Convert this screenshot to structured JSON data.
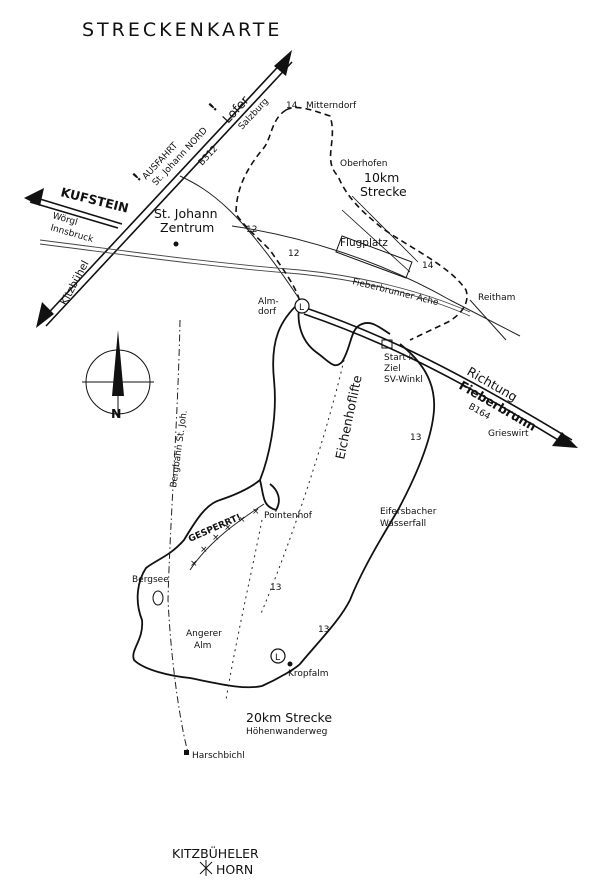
{
  "title": "STRECKENKARTE",
  "roads": {
    "lofer": "Lofer",
    "salzburg": "Salzburg",
    "ausfahrt": "AUSFAHRT",
    "st_johann_nord": "St. Johann NORD",
    "b312": "B312",
    "kufstein": "KUFSTEIN",
    "woergl": "Wörgl",
    "innsbruck": "Innsbruck",
    "kitzbuehel": "Kitzbühel",
    "richtung": "Richtung",
    "fieberbrunn": "Fieberbrunn",
    "b164": "B164"
  },
  "places": {
    "mitterndorf": "Mitterndorf",
    "oberhofen": "Oberhofen",
    "st_johann": "St. Johann",
    "zentrum": "Zentrum",
    "flugplatz": "Flugplatz",
    "fieberbrunner_ache": "Fieberbrunner  Ache",
    "reitham": "Reitham",
    "almdorf_1": "Alm-",
    "almdorf_2": "dorf",
    "start_ziel_1": "Start+",
    "start_ziel_2": "Ziel",
    "sv_winkl": "SV-Winkl",
    "grieswirt": "Grieswirt",
    "eichenhoflifte": "Eichenhoflifte",
    "bergbahn": "Bergbahn St. Joh.",
    "gesperrt": "GESPERRT!",
    "pointenhof": "Pointenhof",
    "eifersbacher_1": "Eifersbacher",
    "eifersbacher_2": "Wasserfall",
    "bergsee": "Bergsee",
    "angerer_1": "Angerer",
    "angerer_2": "Alm",
    "kropfalm": "Kropfalm",
    "harschbichl": "Harschbichl",
    "kitzbueheler": "KITZBÜHELER",
    "horn": "HORN"
  },
  "routes": {
    "short_label_1": "10km",
    "short_label_2": "Strecke",
    "long_label_1": "20km Strecke",
    "long_label_2": "Höhenwanderweg",
    "markers": [
      "14",
      "12",
      "12",
      "14",
      "13",
      "13",
      "13"
    ],
    "lift_symbol": "L",
    "warning": "!"
  },
  "compass": {
    "north": "N"
  }
}
